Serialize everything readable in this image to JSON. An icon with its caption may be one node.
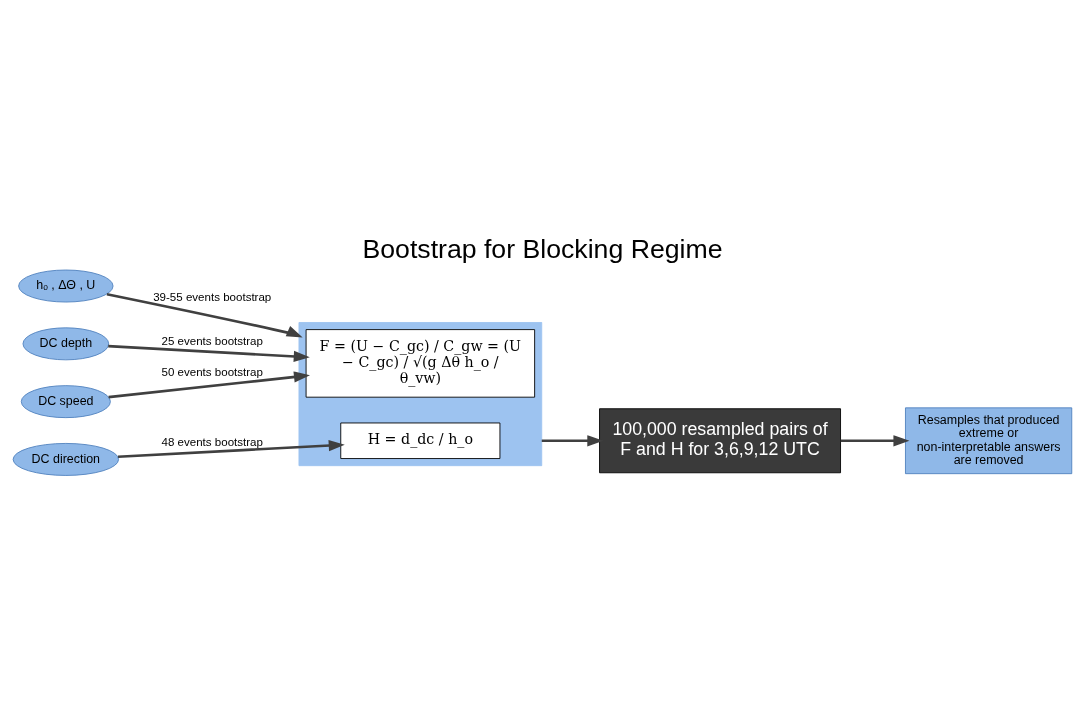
{
  "diagram": {
    "title": "Bootstrap for Blocking Regime",
    "nodes": [
      {
        "text": [
          "DC depth"
        ]
      },
      {
        "text": [
          "DC speed"
        ]
      },
      {
        "text": [
          "DC direction"
        ]
      },
      {
        "text": [
          "hₒ , ΔΘ , U"
        ]
      },
      {
        "text": [],
        "shape": "box"
      },
      {
        "text": [
          "F = (U − C_gc) / C_gw = (U − C_gc) / √(g Δθ h_o / θ_vw)"
        ],
        "in": 4
      },
      {
        "text": [
          "H = d_dc / h_o"
        ],
        "in": 4
      },
      {
        "text": [
          "100,000 resampled pairs of F and H for 3,6,9,12 UTC"
        ]
      },
      {
        "text": [
          "Resamples that produced extreme or non-interpretable answers are removed"
        ]
      }
    ],
    "edges": [
      {
        "from": 0,
        "to": 5,
        "arrow": "to",
        "label": "25 events bootstrap"
      },
      {
        "from": 1,
        "to": 5,
        "arrow": "to",
        "label": "50 events bootstrap"
      },
      {
        "from": 2,
        "to": 6,
        "arrow": "to",
        "label": "48 events bootstrap"
      },
      {
        "from": 3,
        "to": 4,
        "arrow": "to",
        "label": "39-55 events bootstrap"
      },
      {
        "from": 4,
        "to": 7,
        "arrow": "to"
      },
      {
        "from": 7,
        "to": 8,
        "arrow": "to"
      }
    ]
  }
}
